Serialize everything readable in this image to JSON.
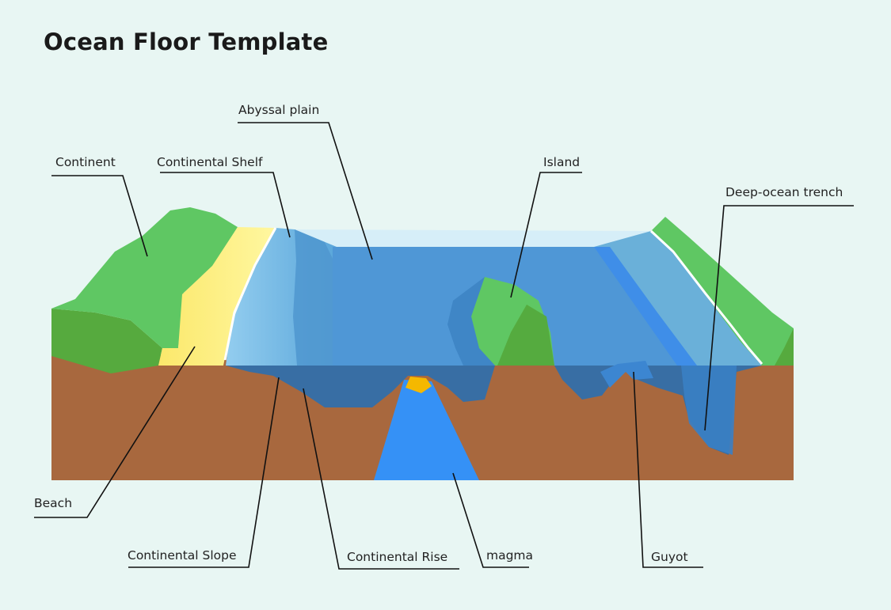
{
  "title": "Ocean Floor Template",
  "labels": {
    "abyssal_plain": "Abyssal plain",
    "continent": "Continent",
    "continental_shelf": "Continental Shelf",
    "island": "Island",
    "deep_ocean_trench": "Deep-ocean trench",
    "beach": "Beach",
    "continental_slope": "Continental Slope",
    "continental_rise": "Continental Rise",
    "magma": "magma",
    "guyot": "Guyot"
  },
  "colors": {
    "background": "#e8f6f3",
    "land": "#5fc763",
    "land_dark": "#55ab3f",
    "beach": "#fdf28a",
    "earth": "#a8683e",
    "ocean": "#4f97d6",
    "ocean_light": "#87c3ea",
    "surface": "#d6eef8",
    "deep_water": "#2f72b2",
    "magma": "#3591f6",
    "magma_core": "#f5b800"
  }
}
